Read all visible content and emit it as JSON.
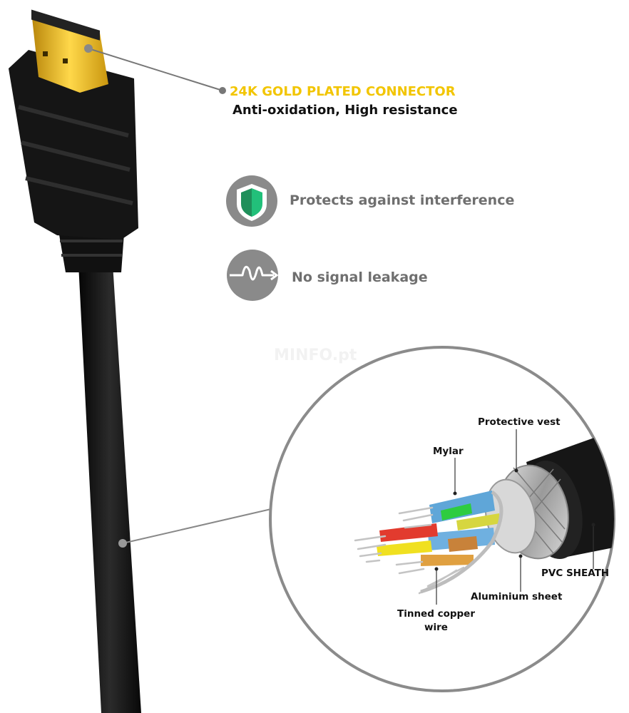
{
  "colors": {
    "gold_accent": "#f2c500",
    "gray_icon": "#8a8a8a",
    "gray_text": "#6f6f6f",
    "cable_black": "#141414"
  },
  "connector_callout": {
    "title": "24K GOLD PLATED CONNECTOR",
    "subtitle": "Anti-oxidation, High resistance"
  },
  "features": [
    {
      "icon": "shield-icon",
      "label": "Protects against interference"
    },
    {
      "icon": "signal-wave-icon",
      "label": "No signal leakage"
    }
  ],
  "watermark": "MINFO.pt",
  "cross_section": {
    "labels": {
      "protective_vest": "Protective vest",
      "mylar": "Mylar",
      "pvc_sheath": "PVC SHEATH",
      "aluminium_sheet": "Aluminium sheet",
      "tinned_copper_line1": "Tinned copper",
      "tinned_copper_line2": "wire"
    }
  }
}
